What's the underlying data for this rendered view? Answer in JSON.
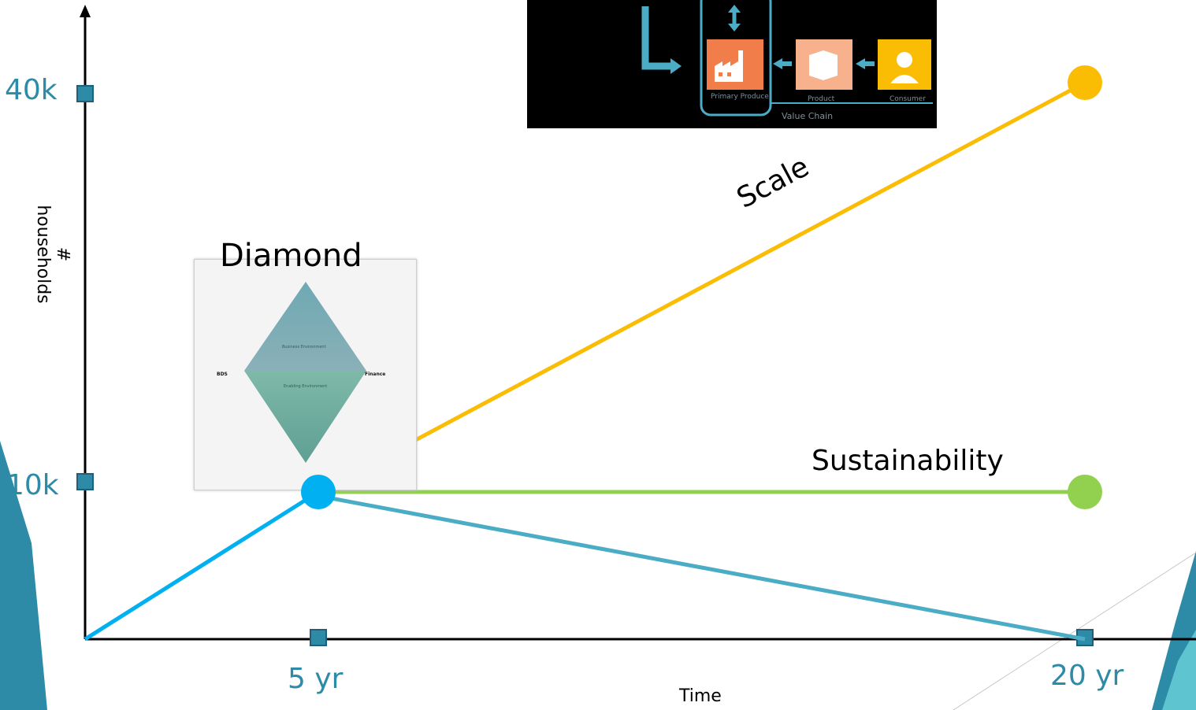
{
  "axes": {
    "y_title": "# households",
    "x_title": "Time",
    "y_ticks": [
      "40k",
      "10k"
    ],
    "x_ticks": [
      "5 yr",
      "20 yr"
    ]
  },
  "series": {
    "scale": {
      "name": "Scale",
      "color": "#fbbc04"
    },
    "sustainability": {
      "name": "Sustainability",
      "color": "#92d050"
    },
    "decline": {
      "color": "#4bacc6"
    },
    "growth": {
      "color": "#00b0f0"
    }
  },
  "diamond_figure": {
    "title": "Diamond",
    "top_text": "Business Environment",
    "bottom_text": "Enabling Environment",
    "left_text": "BDS",
    "right_text": "Finance"
  },
  "value_chain_figure": {
    "caption": "Value Chain",
    "product_label": "Product",
    "consumer_label": "Consumer",
    "producer_label": "Primary Producer"
  },
  "colors": {
    "accent_teal": "#2e8ba8",
    "orange": "#f07d4a",
    "yellow": "#fbbc04"
  }
}
